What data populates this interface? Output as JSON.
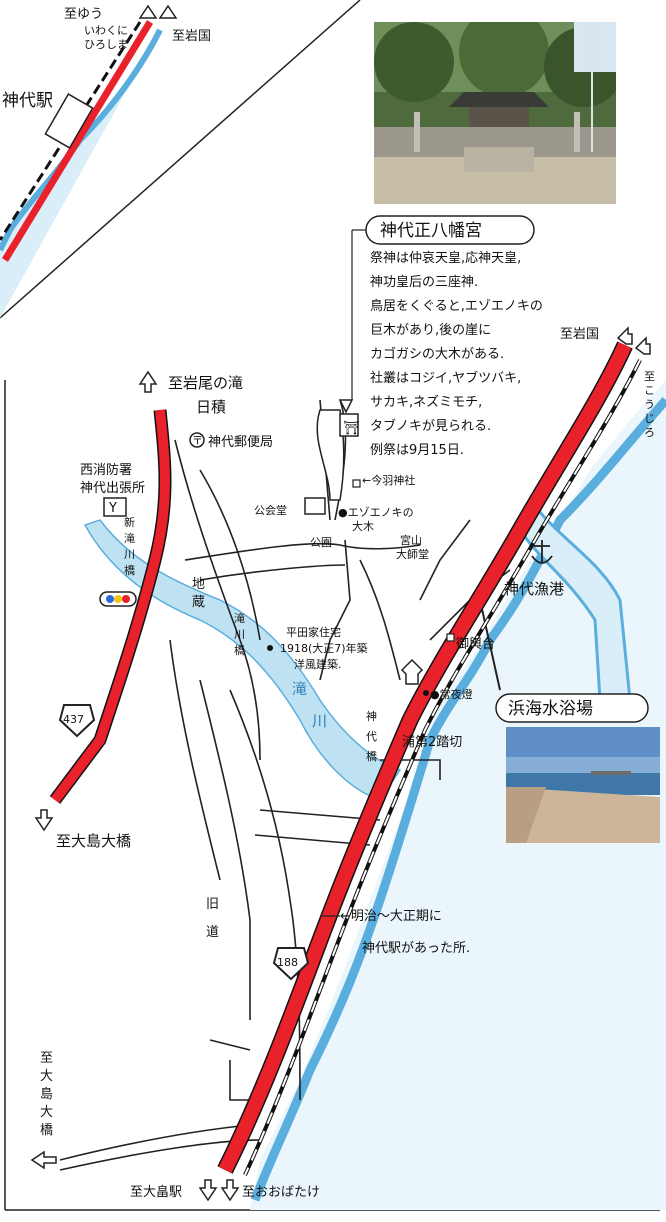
{
  "labels": {
    "to_yuu": "至ゆう",
    "iwakuni_hiroshima_1": "いわくに",
    "iwakuni_hiroshima_2": "ひろしま",
    "to_iwakuni_top": "至岩国",
    "jinoshiro_station": "神代駅",
    "shrine_title": "神代正八幡宮",
    "shrine_desc": [
      "祭神は仲哀天皇,応神天皇,",
      "神功皇后の三座神.",
      "鳥居をくぐると,エゾエノキの",
      "巨木があり,後の崖に",
      "カゴガシの大木がある.",
      "社叢はコジイ,ヤブツバキ,",
      "サカキ,ネズミモチ,",
      "タブノキが見られる.",
      "例祭は9月15日."
    ],
    "to_iwao_falls": "至岩尾の滝",
    "hizumi": "日積",
    "post_office": "神代郵便局",
    "fire_station_1": "西消防署",
    "fire_station_2": "神代出張所",
    "fire_station_mark": "Y",
    "imari_shrine": "←今羽神社",
    "kominkan": "公会堂",
    "ezoenoki_1": "●エゾエノキの",
    "ezoenoki_2": "大木",
    "park": "公園",
    "miyayama_1": "宮山",
    "miyayama_2": "大師堂",
    "fishing_port": "神代漁港",
    "shin_taki_bridge": [
      "新",
      "滝",
      "川",
      "橋"
    ],
    "jizo": [
      "地",
      "蔵"
    ],
    "taki_bridge": [
      "滝",
      "川",
      "橋"
    ],
    "hirata_1": "平田家住宅",
    "hirata_2": "1918(大正7)年築",
    "hirata_3": "洋風建築.",
    "taki_river": [
      "滝",
      "川"
    ],
    "mikoshi": "御輿台",
    "joyato": "●常夜燈",
    "hama_beach": "浜海水浴場",
    "jinoshiro_bridge": [
      "神",
      "代",
      "橋"
    ],
    "ura_crossing": "浦第2踏切",
    "route_437": "437",
    "to_oshima_bridge_left": "至大島大橋",
    "old_road": [
      "旧",
      "道"
    ],
    "meiji_note_1": "←明治～大正期に",
    "meiji_note_2": "神代駅があった所.",
    "route_188": "188",
    "to_oshima_bridge_vertical": [
      "至",
      "大",
      "島",
      "大",
      "橋"
    ],
    "to_ohbatake": "至おおばたけ",
    "to_oshima_station": "至大畠駅",
    "to_iwakuni_right": "至岩国",
    "to_kojiro": [
      "至",
      "こ",
      "う",
      "じ",
      "ろ"
    ]
  },
  "colors": {
    "road_main": "#e8212b",
    "railway": "#111111",
    "sea": "#5aaede",
    "sea_fill": "#d9eef8",
    "river": "#bfe2f3",
    "road_minor": "#222222"
  },
  "icons": {
    "shrine": "shrine-icon",
    "post_office": "post-office-icon",
    "anchor": "anchor-icon",
    "traffic_light": "traffic-light-icon",
    "stone_lantern": "stone-lantern-icon"
  }
}
